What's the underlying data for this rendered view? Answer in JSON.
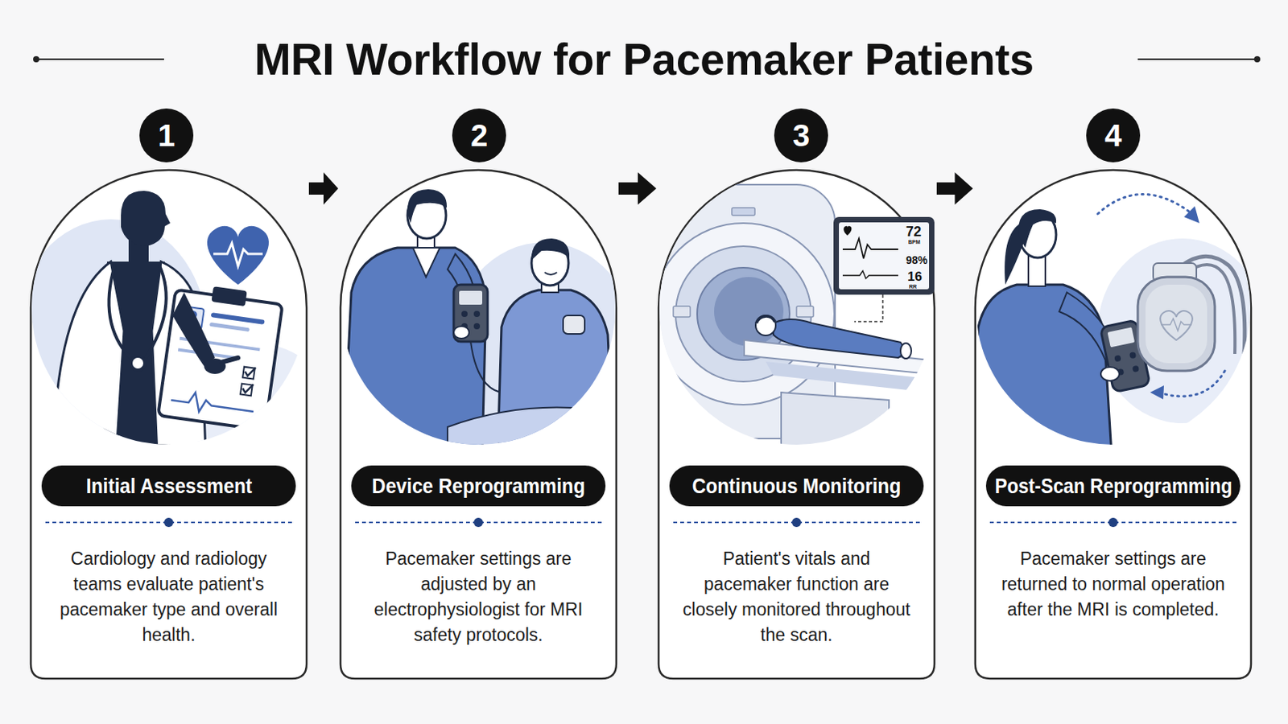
{
  "diagram": {
    "title": "MRI Workflow for Pacemaker Patients",
    "nodes": [
      {
        "text": [
          "1"
        ]
      },
      {
        "text": [
          "Cardiology and radiology teams evaluate patient's pacemaker type and overall health."
        ]
      },
      {
        "text": [
          "Initial Assessment"
        ],
        "in": 1
      },
      {
        "text": [
          "2"
        ]
      },
      {
        "text": [
          "Pacemaker settings are adjusted by an electrophysiologist for MRI safety protocols."
        ]
      },
      {
        "text": [
          "Device Reprogramming"
        ],
        "in": 4
      },
      {
        "text": [
          "3"
        ]
      },
      {
        "text": [
          "Patient's vitals and pacemaker function are closely monitored throughout the scan."
        ]
      },
      {
        "text": [
          "Continuous Monitoring"
        ],
        "in": 7
      },
      {
        "text": [
          "4"
        ]
      },
      {
        "text": [
          "Pacemaker settings are returned to normal operation after the MRI is completed."
        ]
      },
      {
        "text": [
          "Post-Scan Reprogramming"
        ],
        "in": 10
      }
    ],
    "edges": [
      {
        "from": 1,
        "to": 4,
        "arrow": "to"
      },
      {
        "from": 4,
        "to": 7,
        "arrow": "to"
      },
      {
        "from": 7,
        "to": 10,
        "arrow": "to"
      }
    ],
    "labels": [
      "72",
      "BPM",
      "98%",
      "16",
      "RR"
    ]
  }
}
